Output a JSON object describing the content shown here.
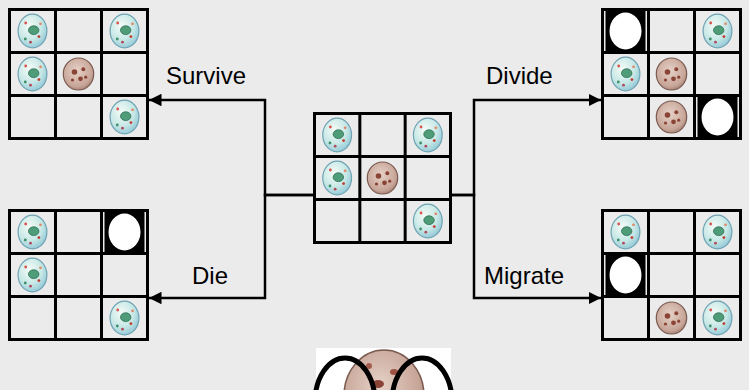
{
  "diagram": {
    "nodes": [
      {
        "text": []
      },
      {
        "text": []
      },
      {
        "text": []
      },
      {
        "text": []
      },
      {
        "text": []
      }
    ],
    "edges": [
      {
        "from": 2,
        "to": 0,
        "arrow": "to",
        "label": "Survive"
      },
      {
        "from": 2,
        "to": 1,
        "arrow": "to",
        "label": "Divide"
      },
      {
        "from": 2,
        "to": 3,
        "arrow": "to",
        "label": "Die"
      },
      {
        "from": 2,
        "to": 4,
        "arrow": "to",
        "label": "Migrate"
      }
    ]
  }
}
